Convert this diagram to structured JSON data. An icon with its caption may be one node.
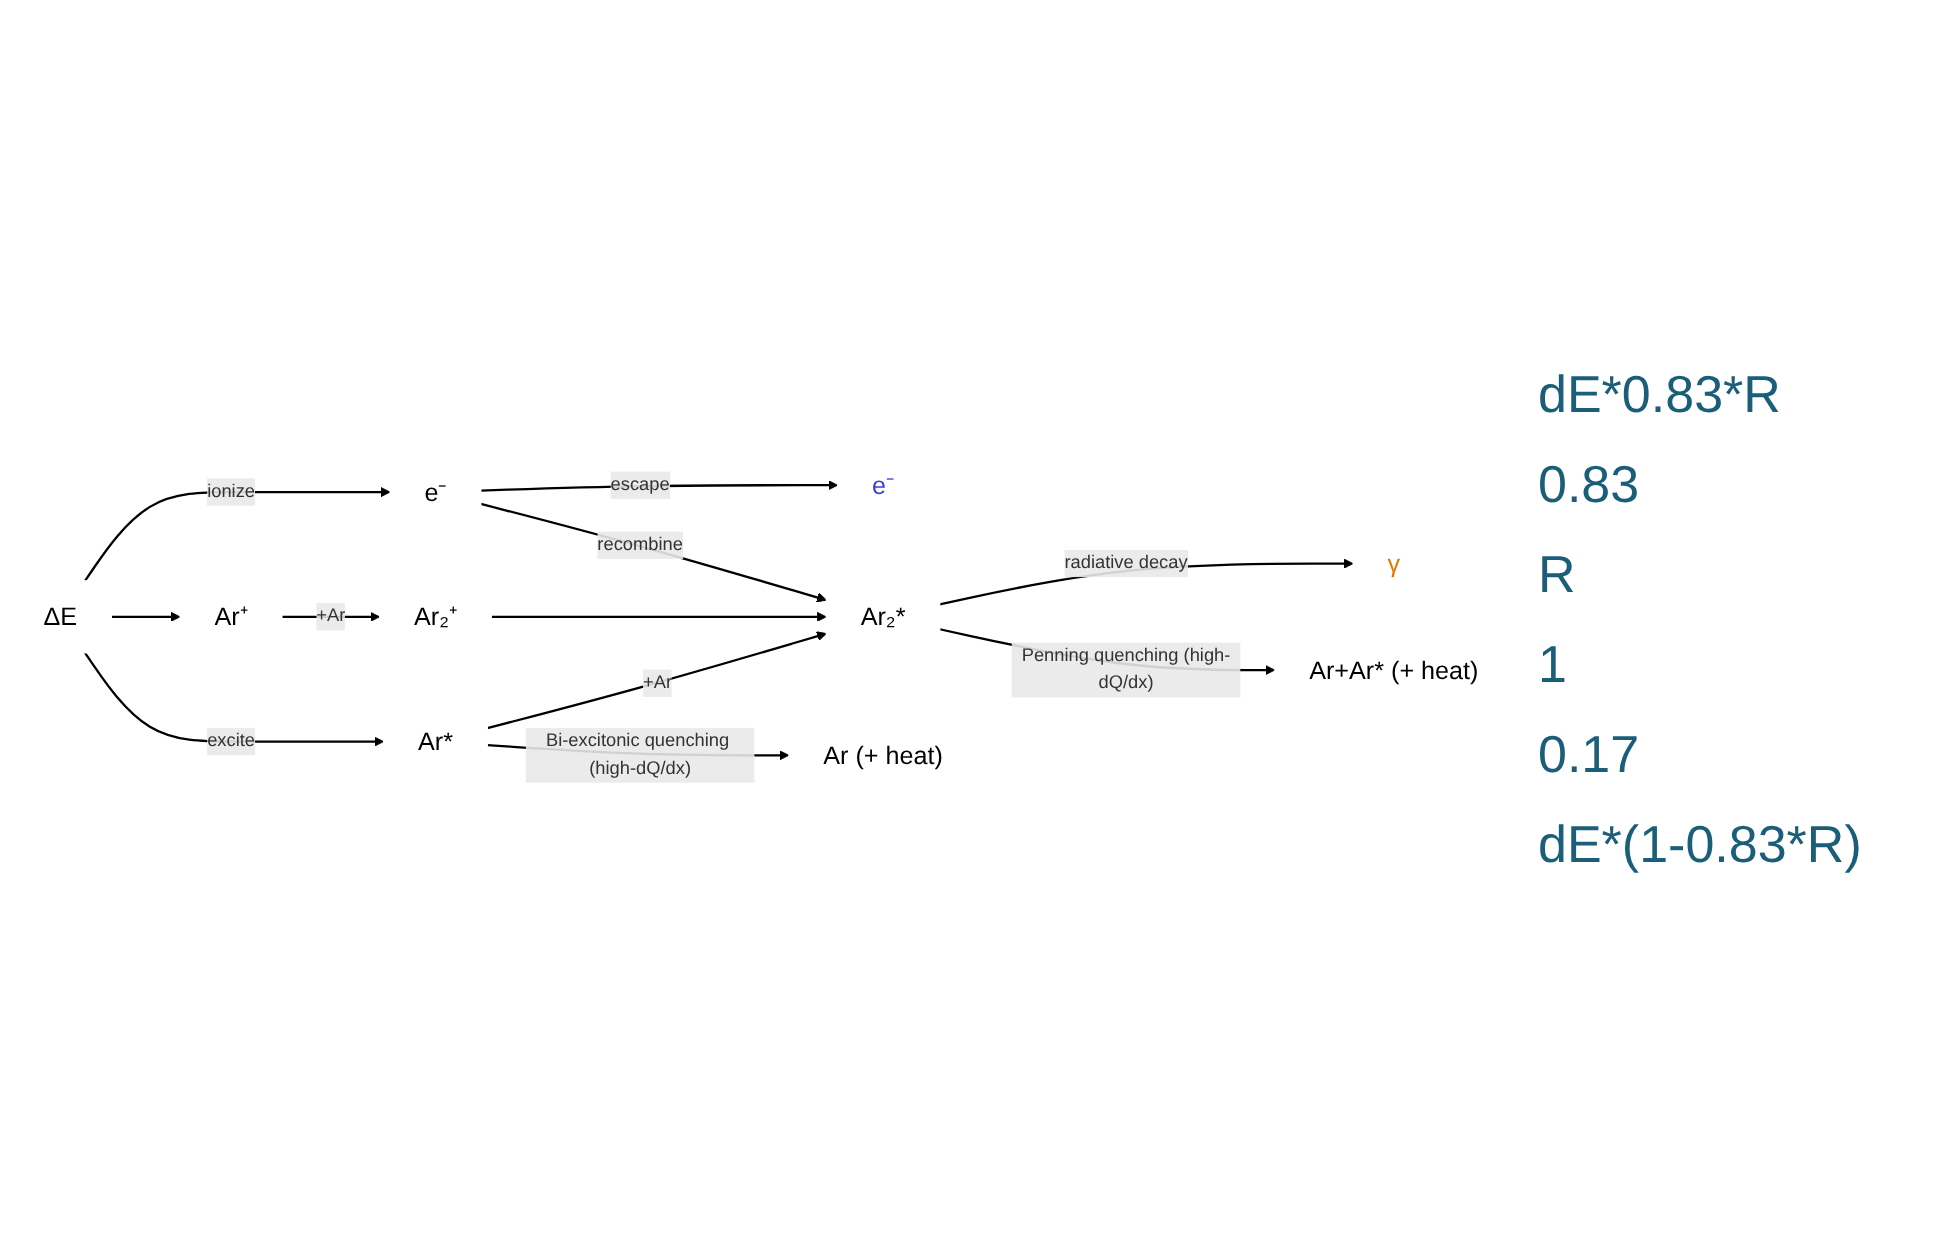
{
  "diagram": {
    "nodes": [
      {
        "text": [
          "ΔE"
        ]
      },
      {
        "text": [
          "e⁻"
        ]
      },
      {
        "text": [
          "Ar⁺"
        ]
      },
      {
        "text": [
          "Ar₂⁺"
        ]
      },
      {
        "text": [
          "e⁻"
        ]
      },
      {
        "text": [
          "Ar*"
        ]
      },
      {
        "text": [
          "Ar₂*"
        ]
      },
      {
        "text": [
          "γ"
        ]
      },
      {
        "text": [
          "Ar (+ heat)"
        ]
      },
      {
        "text": [
          "Ar+Ar* (+ heat)"
        ]
      }
    ],
    "edges": [
      {
        "from": 0,
        "to": 1,
        "arrow": "to",
        "label": "ionize"
      },
      {
        "from": 0,
        "to": 2,
        "arrow": "to"
      },
      {
        "from": 0,
        "to": 5,
        "arrow": "to",
        "label": "excite"
      },
      {
        "from": 1,
        "to": 4,
        "arrow": "to",
        "label": "escape"
      },
      {
        "from": 2,
        "to": 3,
        "arrow": "to",
        "label": "+Ar"
      },
      {
        "from": 1,
        "to": 6,
        "arrow": "to",
        "label": "recombine"
      },
      {
        "from": 3,
        "to": 6,
        "arrow": "to"
      },
      {
        "from": 5,
        "to": 6,
        "arrow": "to",
        "label": "+Ar"
      },
      {
        "from": 6,
        "to": 7,
        "arrow": "to",
        "label": "radiative decay"
      },
      {
        "from": 5,
        "to": 8,
        "arrow": "to",
        "label": "Bi-excitonic quenching (high-dQ/dx)"
      },
      {
        "from": 6,
        "to": 9,
        "arrow": "to",
        "label": "Penning quenching (high-dQ/dx)"
      }
    ],
    "labels": [
      "dE*0.83*R",
      "0.83",
      "R",
      "1",
      "0.17",
      "dE*(1-0.83*R)"
    ]
  }
}
